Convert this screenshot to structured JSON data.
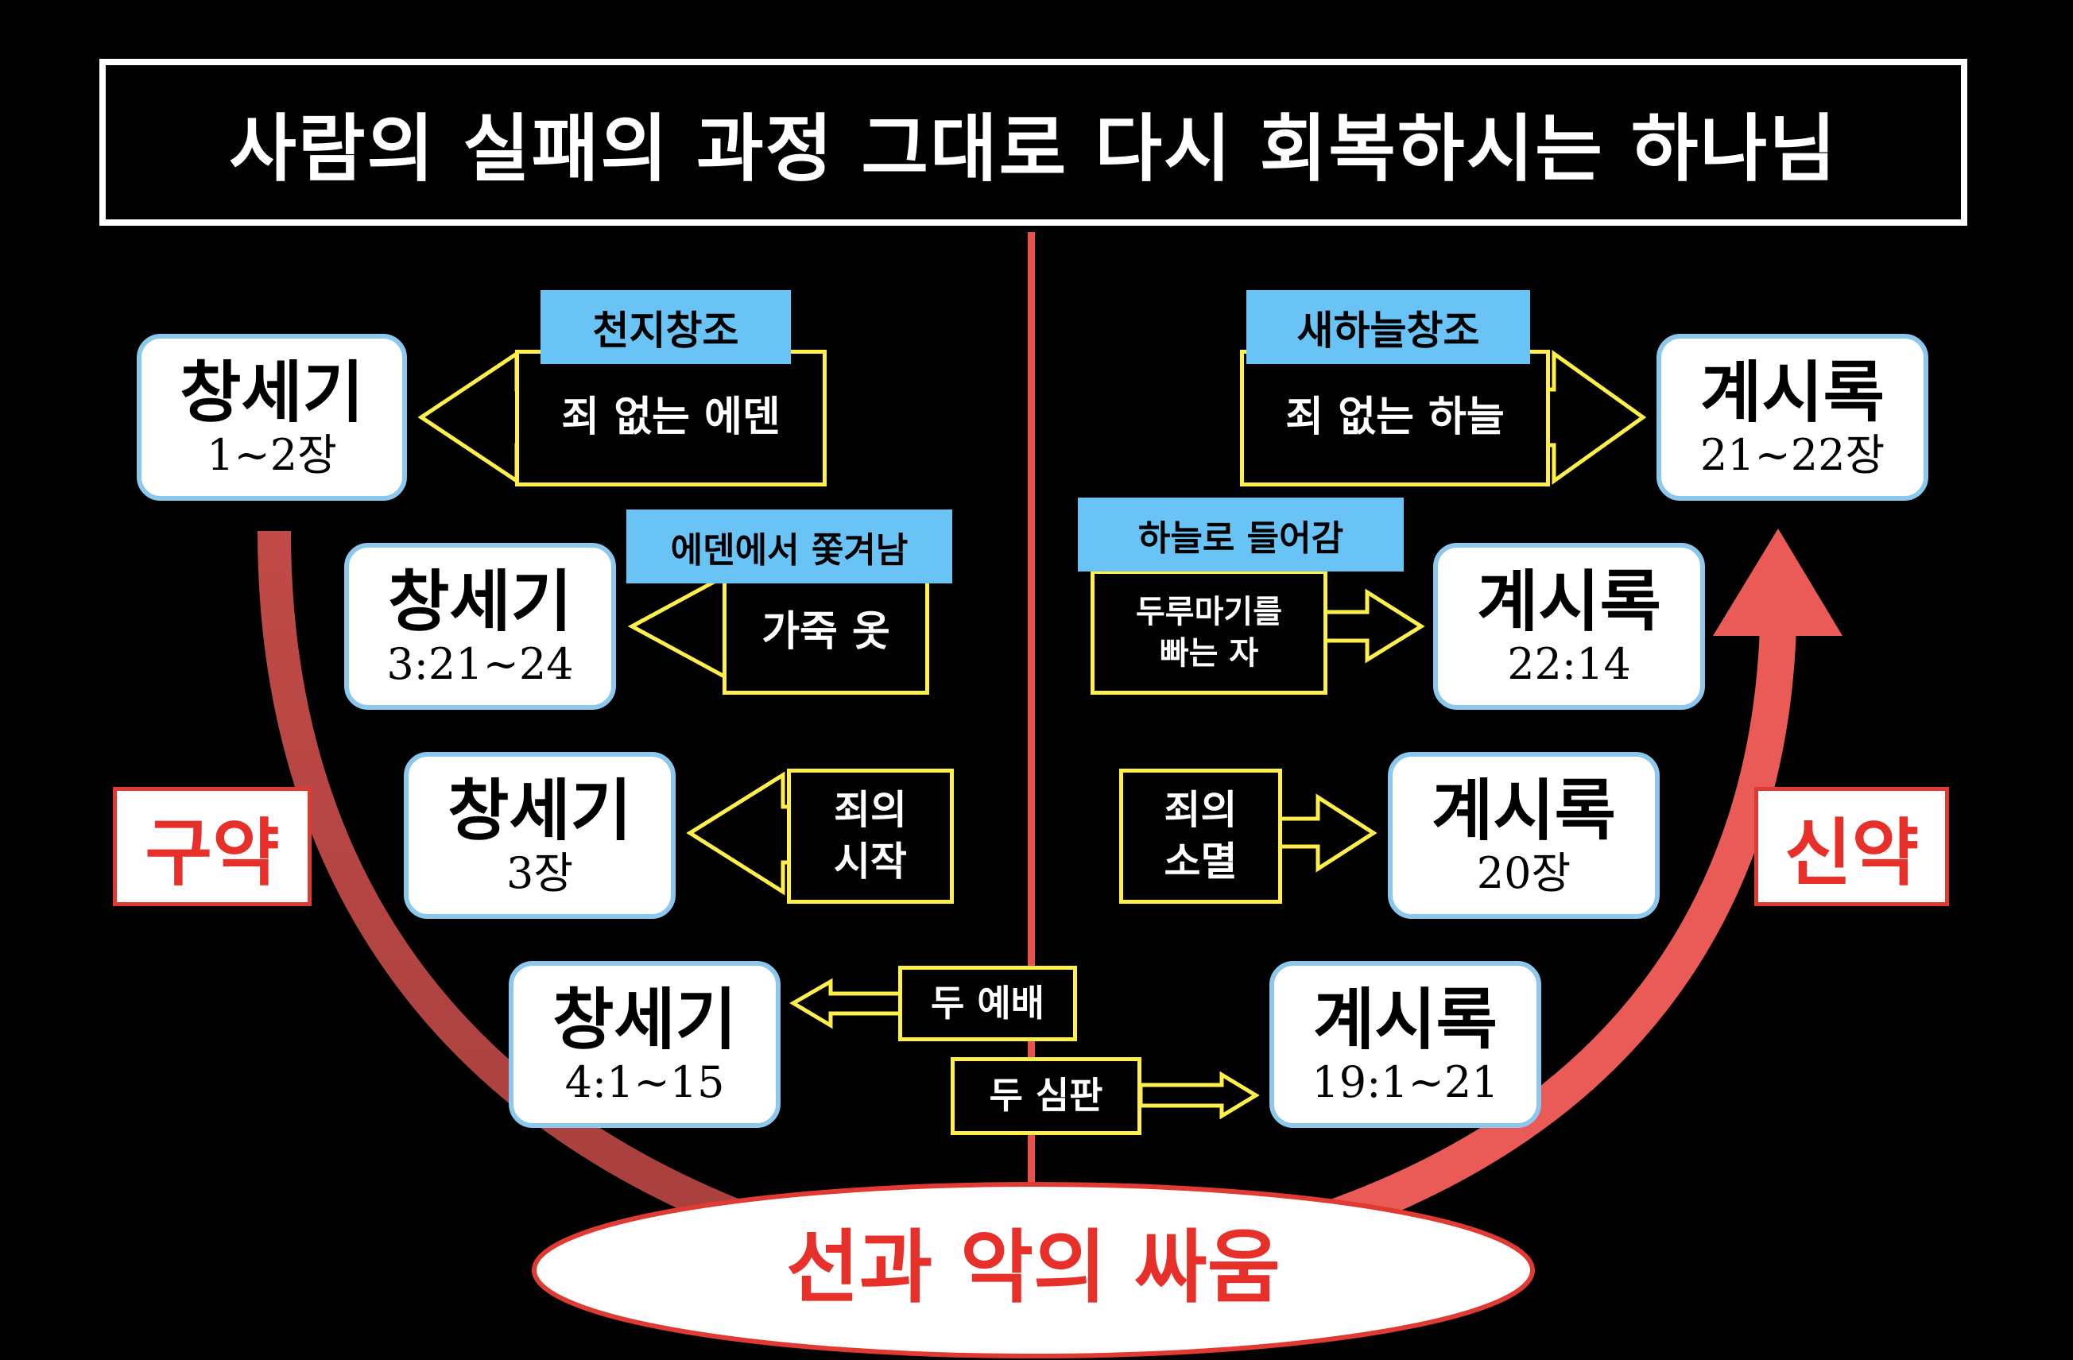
{
  "title": "사람의 실패의 과정 그대로 다시 회복하시는 하나님",
  "old_testament_label": "구약",
  "new_testament_label": "신약",
  "battle_label": "선과 악의 싸움",
  "colors": {
    "accent_red": "#e8302b",
    "ref_border": "#8cc8ee",
    "note_border": "#ffef4a",
    "tag_bg": "#6ac3f5"
  },
  "genesis": [
    {
      "book": "창세기",
      "verse": "1~2장"
    },
    {
      "book": "창세기",
      "verse": "3:21~24"
    },
    {
      "book": "창세기",
      "verse": "3장"
    },
    {
      "book": "창세기",
      "verse": "4:1~15"
    }
  ],
  "revelation": [
    {
      "book": "계시록",
      "verse": "21~22장"
    },
    {
      "book": "계시록",
      "verse": "22:14"
    },
    {
      "book": "계시록",
      "verse": "20장"
    },
    {
      "book": "계시록",
      "verse": "19:1~21"
    }
  ],
  "left_notes": [
    {
      "tag": "천지창조",
      "text": "죄 없는 에덴"
    },
    {
      "tag": "에덴에서 쫓겨남",
      "text": "가죽 옷"
    },
    {
      "tag": "",
      "text": "죄의\n시작"
    },
    {
      "tag": "",
      "text": "두 예배"
    }
  ],
  "right_notes": [
    {
      "tag": "새하늘창조",
      "text": "죄 없는 하늘"
    },
    {
      "tag": "하늘로 들어감",
      "text": "두루마기를\n빠는 자"
    },
    {
      "tag": "",
      "text": "죄의\n소멸"
    },
    {
      "tag": "",
      "text": "두 심판"
    }
  ]
}
